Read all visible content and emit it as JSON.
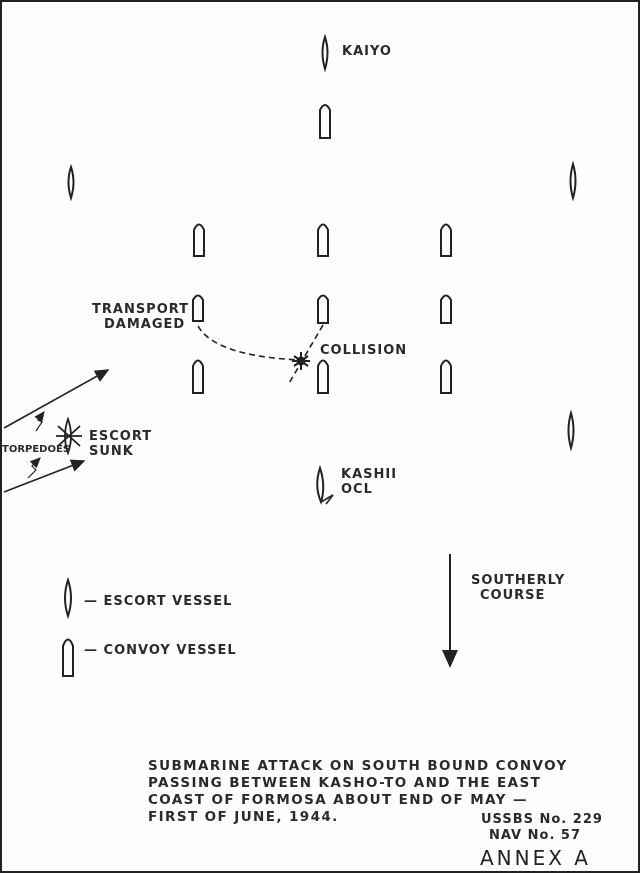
{
  "ship_labels": {
    "kaiyo": "KAIYO",
    "transport_line1": "TRANSPORT",
    "transport_line2": "DAMAGED",
    "collision": "COLLISION",
    "escort_line1": "ESCORT",
    "escort_line2": "SUNK",
    "kashii_line1": "KASHII",
    "kashii_line2": "OCL",
    "torpedoes": "TORPEDOES",
    "course_line1": "SOUTHERLY",
    "course_line2": "COURSE"
  },
  "legend": {
    "escort": "— ESCORT VESSEL",
    "convoy": "— CONVOY VESSEL"
  },
  "caption": {
    "line1": "SUBMARINE ATTACK ON SOUTH BOUND CONVOY",
    "line2": "PASSING BETWEEN KASHO-TO AND THE EAST",
    "line3": "COAST OF FORMOSA ABOUT END OF MAY —",
    "line4": "FIRST OF JUNE, 1944."
  },
  "reference": {
    "ussbs": "USSBS No. 229",
    "nav": "NAV No. 57",
    "annex": "ANNEX  A"
  }
}
